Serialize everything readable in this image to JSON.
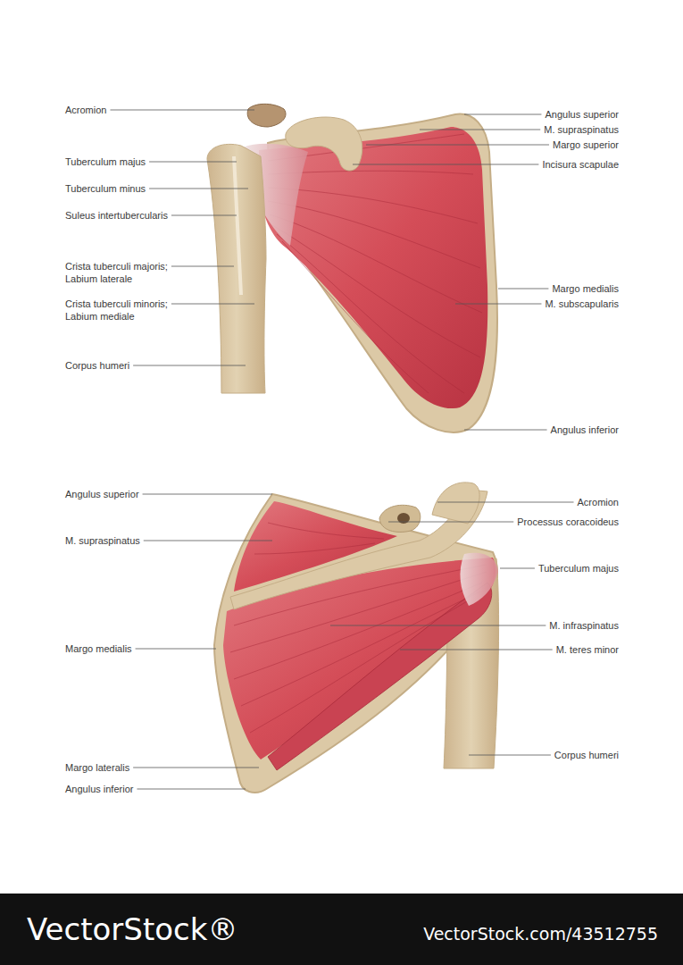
{
  "diagram": {
    "labels": [
      "Acromion",
      "Tuberculum majus",
      "Tuberculum minus",
      "Suleus intertubercularis",
      "Crista tuberculi majoris; Labium laterale",
      "Crista tuberculi minoris; Labium mediale",
      "Corpus humeri",
      "Angulus superior",
      "M. supraspinatus",
      "Margo superior",
      "Incisura scapulae",
      "Margo medialis",
      "M. subscapularis",
      "Angulus inferior",
      "Angulus superior",
      "M. supraspinatus",
      "Margo medialis",
      "Margo lateralis",
      "Angulus inferior",
      "Acromion",
      "Processus coracoideus",
      "Tuberculum majus",
      "M. infraspinatus",
      "M. teres minor",
      "Corpus humeri",
      "VectorStock®",
      "VectorStock.com/43512755"
    ]
  }
}
